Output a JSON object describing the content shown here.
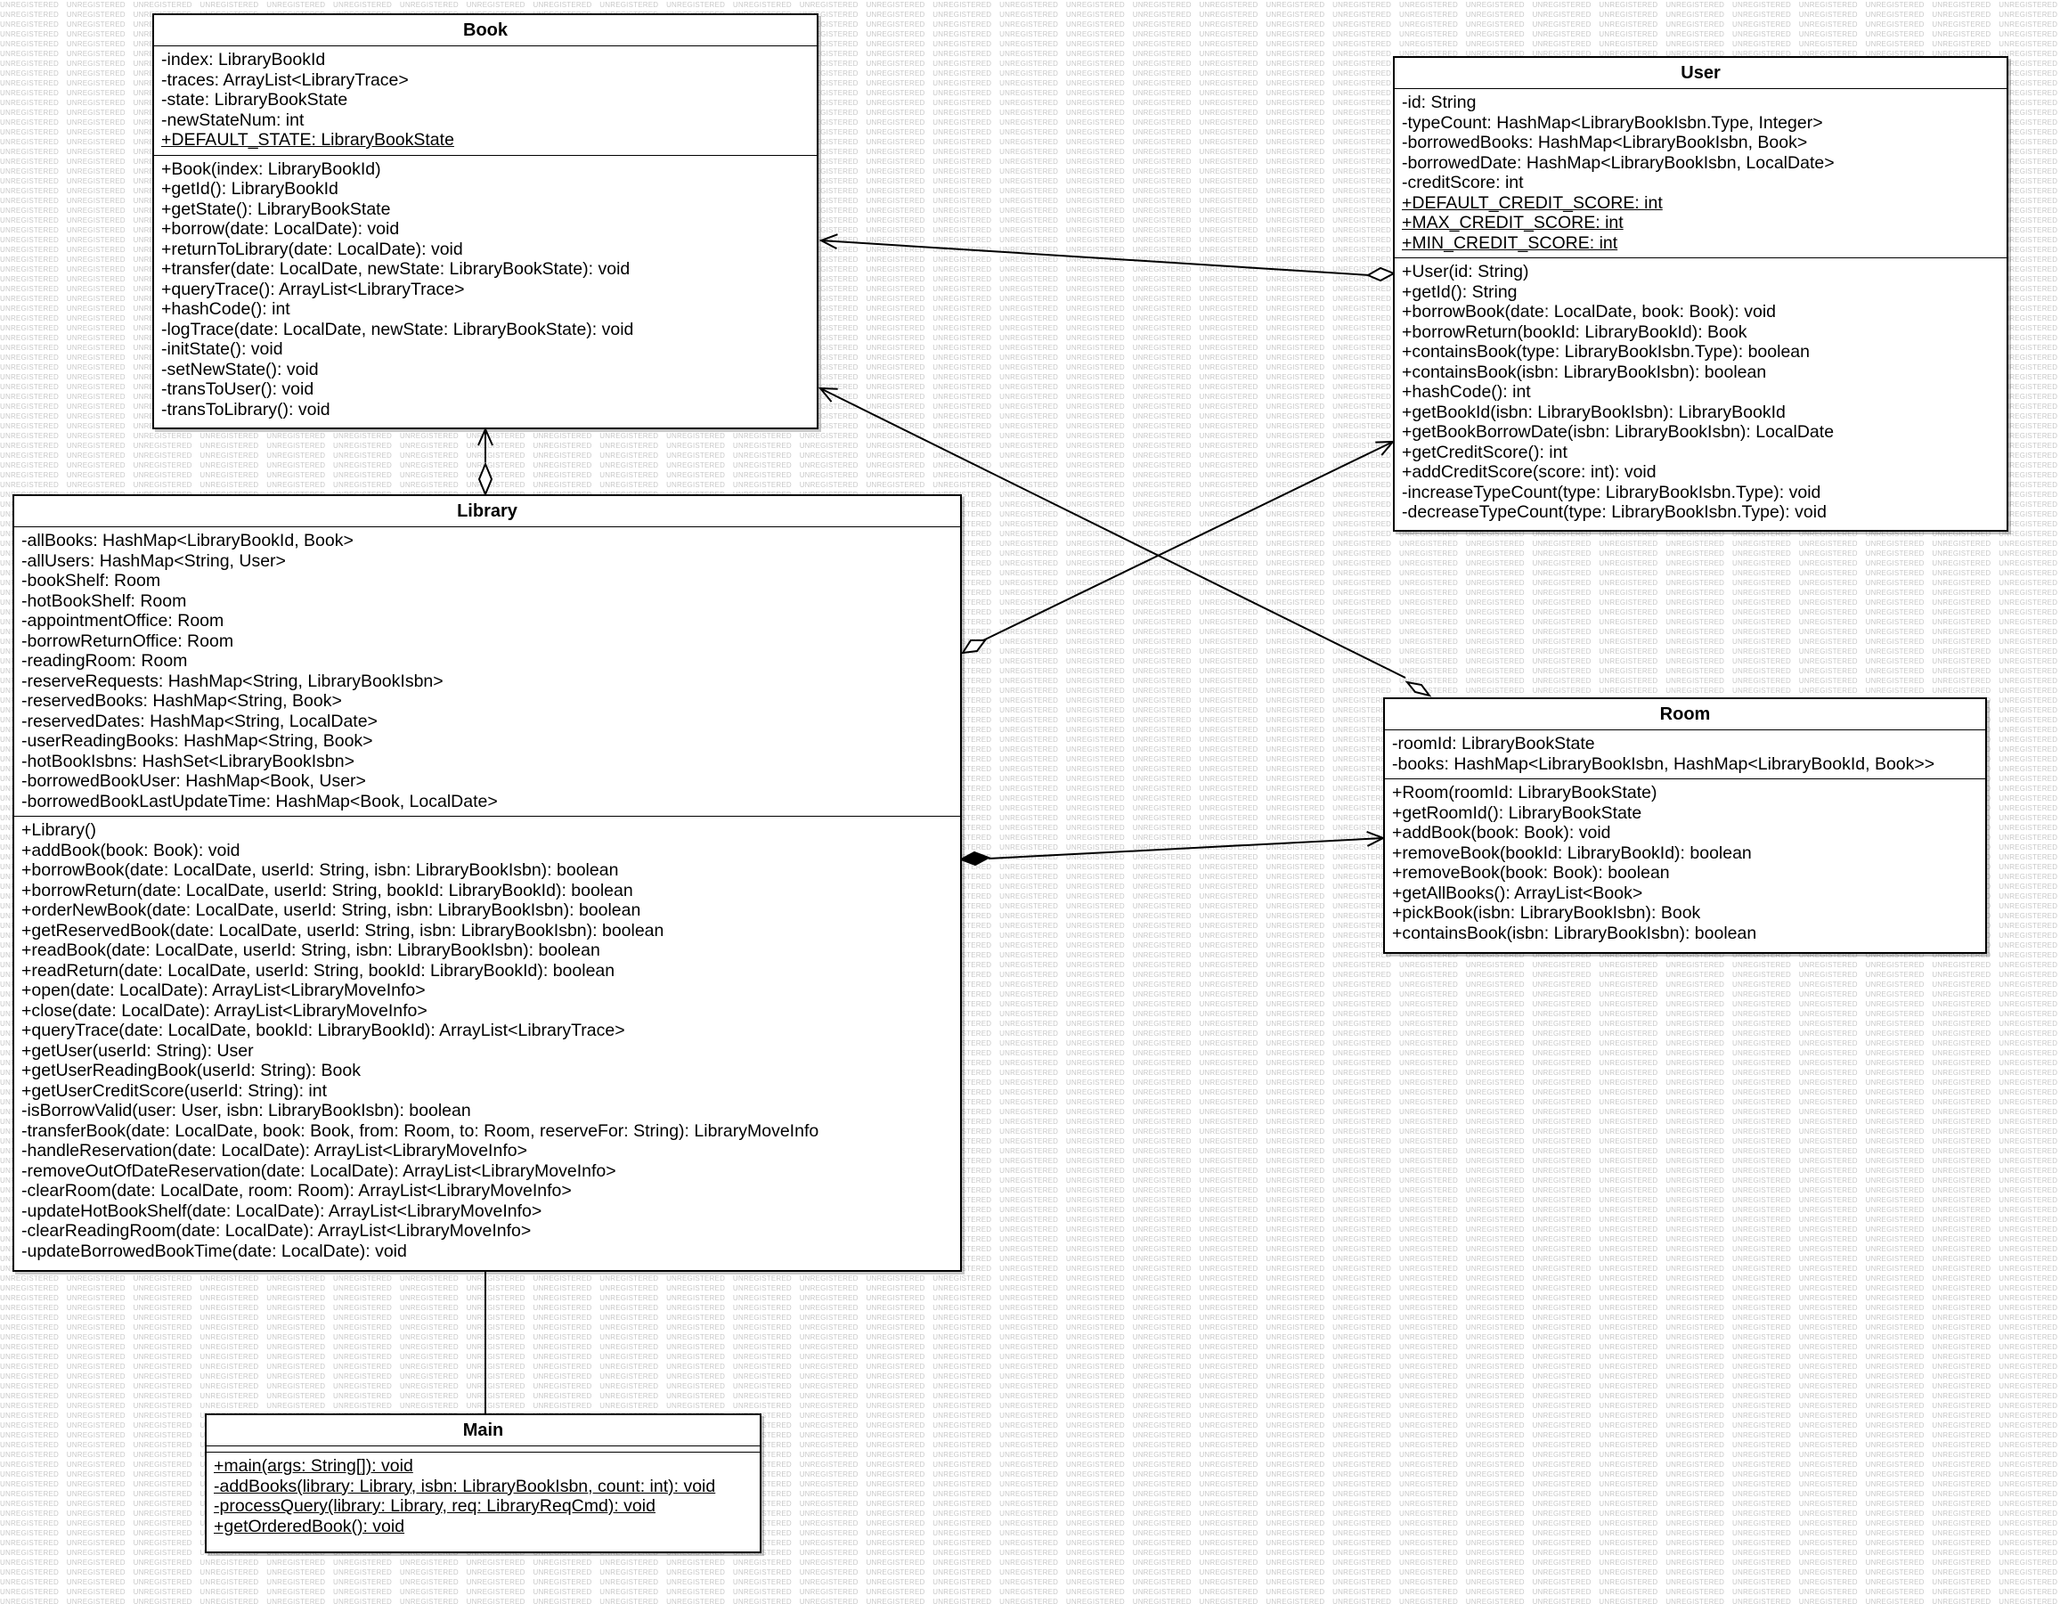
{
  "watermark": {
    "text": "UNREGISTERED"
  },
  "classes": [
    {
      "id": "book",
      "name": "Book",
      "attributes": [
        {
          "text": "-index: LibraryBookId",
          "static": false
        },
        {
          "text": "-traces: ArrayList<LibraryTrace>",
          "static": false
        },
        {
          "text": "-state: LibraryBookState",
          "static": false
        },
        {
          "text": "-newStateNum: int",
          "static": false
        },
        {
          "text": "+DEFAULT_STATE: LibraryBookState",
          "static": true
        }
      ],
      "operations": [
        {
          "text": "+Book(index: LibraryBookId)",
          "static": false
        },
        {
          "text": "+getId(): LibraryBookId",
          "static": false
        },
        {
          "text": "+getState(): LibraryBookState",
          "static": false
        },
        {
          "text": "+borrow(date: LocalDate): void",
          "static": false
        },
        {
          "text": "+returnToLibrary(date: LocalDate): void",
          "static": false
        },
        {
          "text": "+transfer(date: LocalDate, newState: LibraryBookState): void",
          "static": false
        },
        {
          "text": "+queryTrace(): ArrayList<LibraryTrace>",
          "static": false
        },
        {
          "text": "+hashCode(): int",
          "static": false
        },
        {
          "text": "-logTrace(date: LocalDate, newState: LibraryBookState): void",
          "static": false
        },
        {
          "text": "-initState(): void",
          "static": false
        },
        {
          "text": "-setNewState(): void",
          "static": false
        },
        {
          "text": "-transToUser(): void",
          "static": false
        },
        {
          "text": "-transToLibrary(): void",
          "static": false
        }
      ]
    },
    {
      "id": "user",
      "name": "User",
      "attributes": [
        {
          "text": "-id: String",
          "static": false
        },
        {
          "text": "-typeCount: HashMap<LibraryBookIsbn.Type, Integer>",
          "static": false
        },
        {
          "text": "-borrowedBooks: HashMap<LibraryBookIsbn, Book>",
          "static": false
        },
        {
          "text": "-borrowedDate: HashMap<LibraryBookIsbn, LocalDate>",
          "static": false
        },
        {
          "text": "-creditScore: int",
          "static": false
        },
        {
          "text": "+DEFAULT_CREDIT_SCORE: int",
          "static": true
        },
        {
          "text": "+MAX_CREDIT_SCORE: int",
          "static": true
        },
        {
          "text": "+MIN_CREDIT_SCORE: int",
          "static": true
        }
      ],
      "operations": [
        {
          "text": "+User(id: String)",
          "static": false
        },
        {
          "text": "+getId(): String",
          "static": false
        },
        {
          "text": "+borrowBook(date: LocalDate, book: Book): void",
          "static": false
        },
        {
          "text": "+borrowReturn(bookId: LibraryBookId): Book",
          "static": false
        },
        {
          "text": "+containsBook(type: LibraryBookIsbn.Type): boolean",
          "static": false
        },
        {
          "text": "+containsBook(isbn: LibraryBookIsbn): boolean",
          "static": false
        },
        {
          "text": "+hashCode(): int",
          "static": false
        },
        {
          "text": "+getBookId(isbn: LibraryBookIsbn): LibraryBookId",
          "static": false
        },
        {
          "text": "+getBookBorrowDate(isbn: LibraryBookIsbn): LocalDate",
          "static": false
        },
        {
          "text": "+getCreditScore(): int",
          "static": false
        },
        {
          "text": "+addCreditScore(score: int): void",
          "static": false
        },
        {
          "text": "-increaseTypeCount(type: LibraryBookIsbn.Type): void",
          "static": false
        },
        {
          "text": "-decreaseTypeCount(type: LibraryBookIsbn.Type): void",
          "static": false
        }
      ]
    },
    {
      "id": "library",
      "name": "Library",
      "attributes": [
        {
          "text": "-allBooks: HashMap<LibraryBookId, Book>",
          "static": false
        },
        {
          "text": "-allUsers: HashMap<String, User>",
          "static": false
        },
        {
          "text": "-bookShelf: Room",
          "static": false
        },
        {
          "text": "-hotBookShelf: Room",
          "static": false
        },
        {
          "text": "-appointmentOffice: Room",
          "static": false
        },
        {
          "text": "-borrowReturnOffice: Room",
          "static": false
        },
        {
          "text": "-readingRoom: Room",
          "static": false
        },
        {
          "text": "-reserveRequests: HashMap<String, LibraryBookIsbn>",
          "static": false
        },
        {
          "text": "-reservedBooks: HashMap<String, Book>",
          "static": false
        },
        {
          "text": "-reservedDates: HashMap<String, LocalDate>",
          "static": false
        },
        {
          "text": "-userReadingBooks: HashMap<String, Book>",
          "static": false
        },
        {
          "text": "-hotBookIsbns: HashSet<LibraryBookIsbn>",
          "static": false
        },
        {
          "text": "-borrowedBookUser: HashMap<Book, User>",
          "static": false
        },
        {
          "text": "-borrowedBookLastUpdateTime: HashMap<Book, LocalDate>",
          "static": false
        }
      ],
      "operations": [
        {
          "text": "+Library()",
          "static": false
        },
        {
          "text": "+addBook(book: Book): void",
          "static": false
        },
        {
          "text": "+borrowBook(date: LocalDate, userId: String, isbn: LibraryBookIsbn): boolean",
          "static": false
        },
        {
          "text": "+borrowReturn(date: LocalDate, userId: String, bookId: LibraryBookId): boolean",
          "static": false
        },
        {
          "text": "+orderNewBook(date: LocalDate, userId: String, isbn: LibraryBookIsbn): boolean",
          "static": false
        },
        {
          "text": "+getReservedBook(date: LocalDate, userId: String, isbn: LibraryBookIsbn): boolean",
          "static": false
        },
        {
          "text": "+readBook(date: LocalDate, userId: String, isbn: LibraryBookIsbn): boolean",
          "static": false
        },
        {
          "text": "+readReturn(date: LocalDate, userId: String, bookId: LibraryBookId): boolean",
          "static": false
        },
        {
          "text": "+open(date: LocalDate): ArrayList<LibraryMoveInfo>",
          "static": false
        },
        {
          "text": "+close(date: LocalDate): ArrayList<LibraryMoveInfo>",
          "static": false
        },
        {
          "text": "+queryTrace(date: LocalDate, bookId: LibraryBookId): ArrayList<LibraryTrace>",
          "static": false
        },
        {
          "text": "+getUser(userId: String): User",
          "static": false
        },
        {
          "text": "+getUserReadingBook(userId: String): Book",
          "static": false
        },
        {
          "text": "+getUserCreditScore(userId: String): int",
          "static": false
        },
        {
          "text": "-isBorrowValid(user: User, isbn: LibraryBookIsbn): boolean",
          "static": false
        },
        {
          "text": "-transferBook(date: LocalDate, book: Book, from: Room, to: Room, reserveFor: String): LibraryMoveInfo",
          "static": false
        },
        {
          "text": "-handleReservation(date: LocalDate): ArrayList<LibraryMoveInfo>",
          "static": false
        },
        {
          "text": "-removeOutOfDateReservation(date: LocalDate): ArrayList<LibraryMoveInfo>",
          "static": false
        },
        {
          "text": "-clearRoom(date: LocalDate, room: Room): ArrayList<LibraryMoveInfo>",
          "static": false
        },
        {
          "text": "-updateHotBookShelf(date: LocalDate): ArrayList<LibraryMoveInfo>",
          "static": false
        },
        {
          "text": "-clearReadingRoom(date: LocalDate): ArrayList<LibraryMoveInfo>",
          "static": false
        },
        {
          "text": "-updateBorrowedBookTime(date: LocalDate): void",
          "static": false
        }
      ]
    },
    {
      "id": "room",
      "name": "Room",
      "attributes": [
        {
          "text": "-roomId: LibraryBookState",
          "static": false
        },
        {
          "text": "-books: HashMap<LibraryBookIsbn, HashMap<LibraryBookId, Book>>",
          "static": false
        }
      ],
      "operations": [
        {
          "text": "+Room(roomId: LibraryBookState)",
          "static": false
        },
        {
          "text": "+getRoomId(): LibraryBookState",
          "static": false
        },
        {
          "text": "+addBook(book: Book): void",
          "static": false
        },
        {
          "text": "+removeBook(bookId: LibraryBookId): boolean",
          "static": false
        },
        {
          "text": "+removeBook(book: Book): boolean",
          "static": false
        },
        {
          "text": "+getAllBooks(): ArrayList<Book>",
          "static": false
        },
        {
          "text": "+pickBook(isbn: LibraryBookIsbn): Book",
          "static": false
        },
        {
          "text": "+containsBook(isbn: LibraryBookIsbn): boolean",
          "static": false
        }
      ]
    },
    {
      "id": "main",
      "name": "Main",
      "attributes": [],
      "operations": [
        {
          "text": "+main(args: String[]): void",
          "static": true
        },
        {
          "text": "-addBooks(library: Library, isbn: LibraryBookIsbn, count: int): void",
          "static": true
        },
        {
          "text": "-processQuery(library: Library, req: LibraryReqCmd): void",
          "static": true
        },
        {
          "text": "+getOrderedBook(): void",
          "static": true
        }
      ]
    }
  ],
  "relationships": [
    {
      "id": "user-book",
      "kind": "aggregation",
      "whole": "User",
      "part": "Book",
      "navigable_to": "Book"
    },
    {
      "id": "library-book",
      "kind": "aggregation",
      "whole": "Library",
      "part": "Book",
      "navigable_to": "Book"
    },
    {
      "id": "library-user",
      "kind": "aggregation",
      "whole": "Library",
      "part": "User",
      "navigable_to": "User"
    },
    {
      "id": "room-book",
      "kind": "aggregation",
      "whole": "Room",
      "part": "Book",
      "navigable_to": "Book"
    },
    {
      "id": "library-room",
      "kind": "composition",
      "whole": "Library",
      "part": "Room",
      "navigable_to": "Room"
    },
    {
      "id": "main-library",
      "kind": "association",
      "whole": "Main",
      "part": "Library",
      "navigable_to": ""
    }
  ]
}
